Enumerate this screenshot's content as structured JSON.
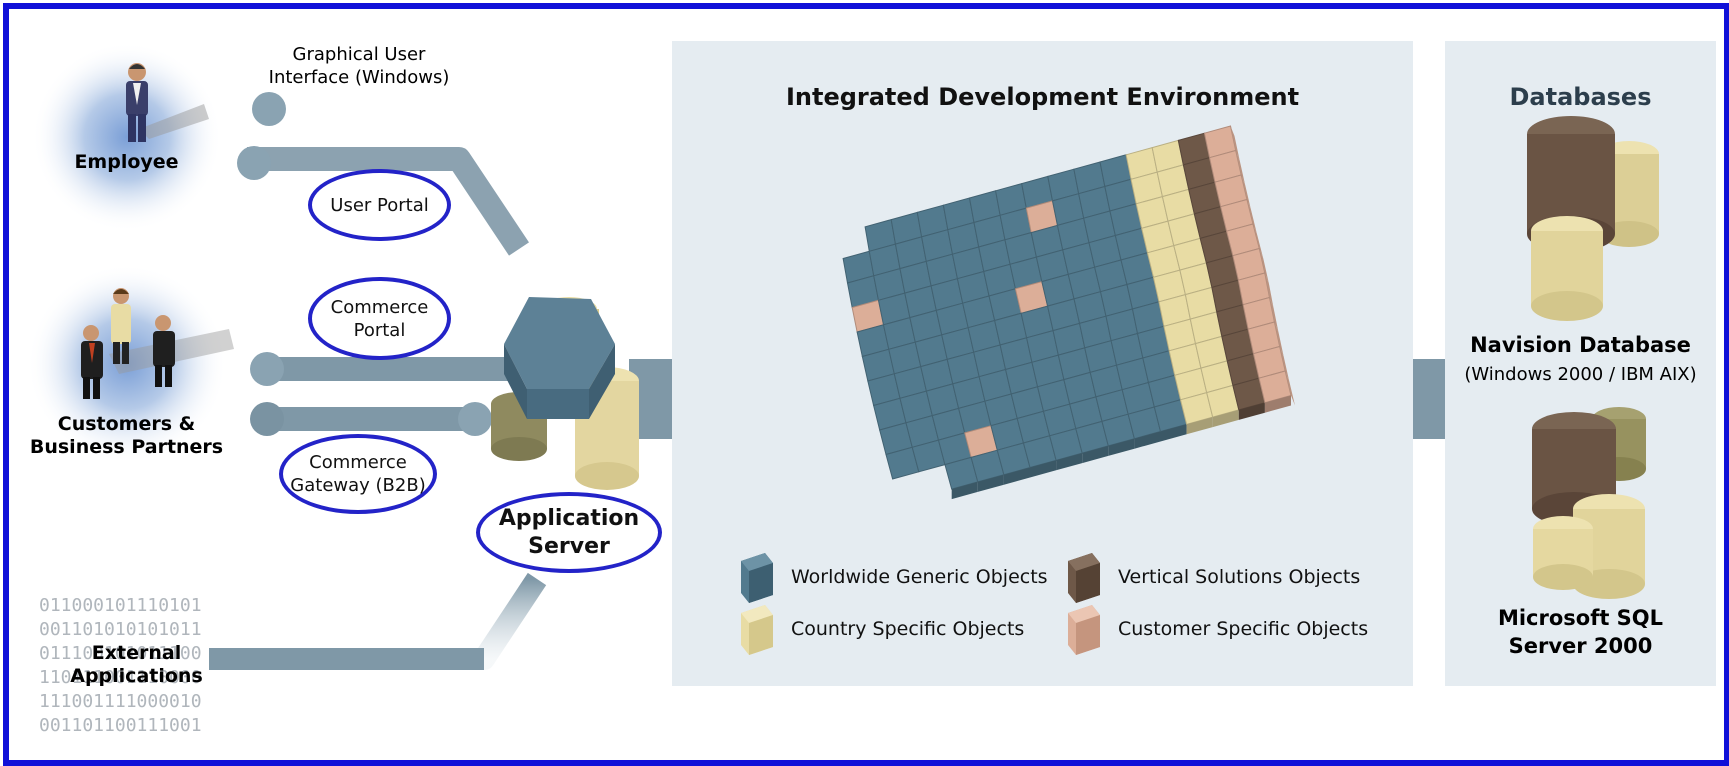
{
  "actors": {
    "employee": "Employee",
    "customers": "Customers &\nBusiness Partners",
    "external": "External\nApplications"
  },
  "channels": {
    "gui": "Graphical User\nInterface (Windows)",
    "user_portal": "User Portal",
    "commerce_portal": "Commerce\nPortal",
    "commerce_gateway": "Commerce\nGateway (B2B)"
  },
  "app_server": "Application\nServer",
  "binary_lines": [
    "011000101110101",
    "001101010101011",
    "011100101011100",
    "110111001110000",
    "111001111000010",
    "001101100111001"
  ],
  "ide": {
    "title": "Integrated Development Environment",
    "legend": [
      {
        "label": "Worldwide Generic Objects",
        "color": "#527a8e"
      },
      {
        "label": "Vertical Solutions Objects",
        "color": "#6e5848"
      },
      {
        "label": "Country Specific Objects",
        "color": "#e8dca4"
      },
      {
        "label": "Customer Specific Objects",
        "color": "#dcae98"
      }
    ]
  },
  "databases": {
    "title": "Databases",
    "navision_name": "Navision Database",
    "navision_platform": "(Windows 2000 / IBM AIX)",
    "sql": "Microsoft SQL\nServer 2000"
  },
  "colors": {
    "border": "#1010d8",
    "oval": "#2323c8",
    "panel": "#e5ecf1",
    "pipe": "#7f98a7",
    "generic": "#527a8e",
    "vertical": "#6e5848",
    "country": "#e8dca4",
    "customer": "#dcae98"
  }
}
